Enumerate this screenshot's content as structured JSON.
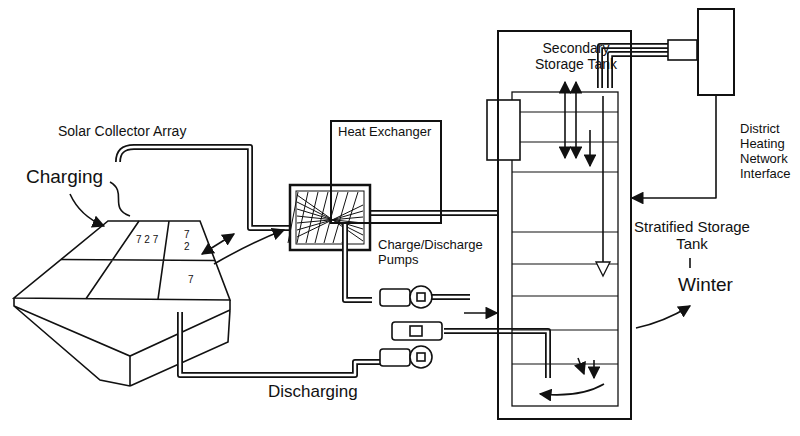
{
  "diagram": {
    "nodes": [
      {
        "text": [
          "Heat Exchanger"
        ]
      },
      {
        "text": [
          "Charge/Discharge Pumps"
        ]
      },
      {
        "text": [
          "Stratified Storage Tank"
        ]
      },
      {
        "text": [
          "District Heating Network Interface"
        ]
      }
    ],
    "edges": [
      {
        "from": 0,
        "to": 2,
        "arrow": "none"
      },
      {
        "from": 0,
        "to": 1,
        "arrow": "none"
      },
      {
        "from": 1,
        "to": 2,
        "arrow": "to"
      },
      {
        "from": 3,
        "to": 2,
        "arrow": "to"
      }
    ],
    "labels": [
      "Solar Collector Array",
      "Charging",
      "7 2 7",
      "7 2",
      "7",
      "Secondary Storage Tank",
      "Winter",
      "Discharging"
    ]
  }
}
